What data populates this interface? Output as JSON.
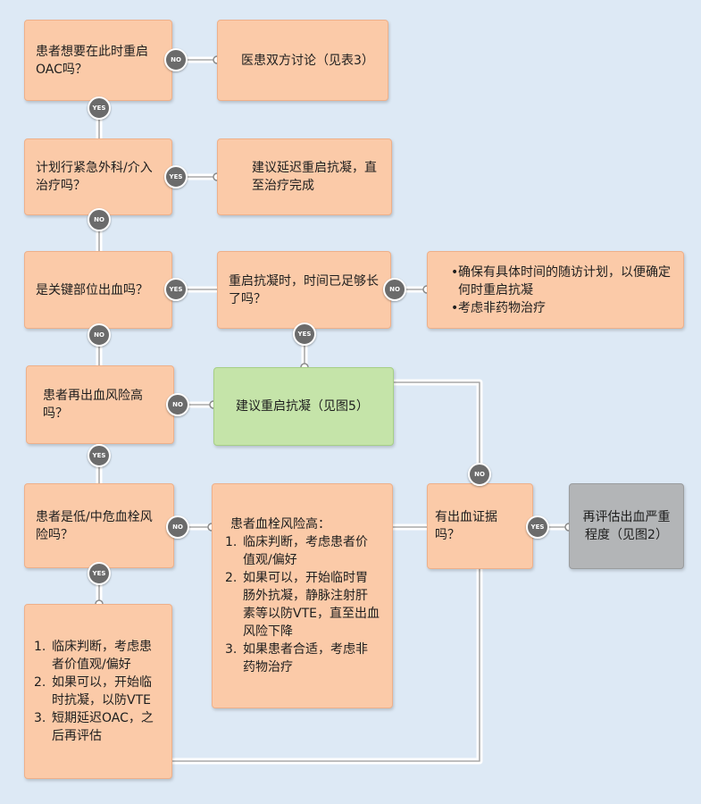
{
  "labels": {
    "yes": "YES",
    "no": "NO"
  },
  "nodes": {
    "q_restart": "患者想要在此时重启OAC吗？",
    "discuss": "医患双方讨论（见表3）",
    "q_surgery": "计划行紧急外科/介入治疗吗？",
    "delay": "建议延迟重启抗凝，直至治疗完成",
    "q_critical": "是关键部位出血吗？",
    "q_time": "重启抗凝时，时间已足够长了吗？",
    "followup": [
      "确保有具体时间的随访计划，以便确定何时重启抗凝",
      "考虑非药物治疗"
    ],
    "q_highbleed": "患者再出血风险高吗？",
    "recommend": "建议重启抗凝（见图5）",
    "q_lowthrombo": "患者是低/中危血栓风险吗？",
    "high_thrombo": {
      "title": "患者血栓风险高：",
      "items": [
        "临床判断，考虑患者价值观/偏好",
        "如果可以，开始临时胃肠外抗凝，静脉注射肝素等以防VTE，直至出血风险下降",
        "如果患者合适，考虑非药物治疗"
      ]
    },
    "q_evidence": "有出血证据吗？",
    "reassess": "再评估出血严重程度（见图2）",
    "low_thrombo": [
      "临床判断，考虑患者价值观/偏好",
      "如果可以，开始临时抗凝，以防VTE",
      "短期延迟OAC，之后再评估"
    ]
  },
  "colors": {
    "decision": "#fbcaa8",
    "recommend": "#c5e4a9",
    "reassess": "#b3b5b7",
    "badge": "#6b6b6b",
    "connector": "#ffffff"
  }
}
